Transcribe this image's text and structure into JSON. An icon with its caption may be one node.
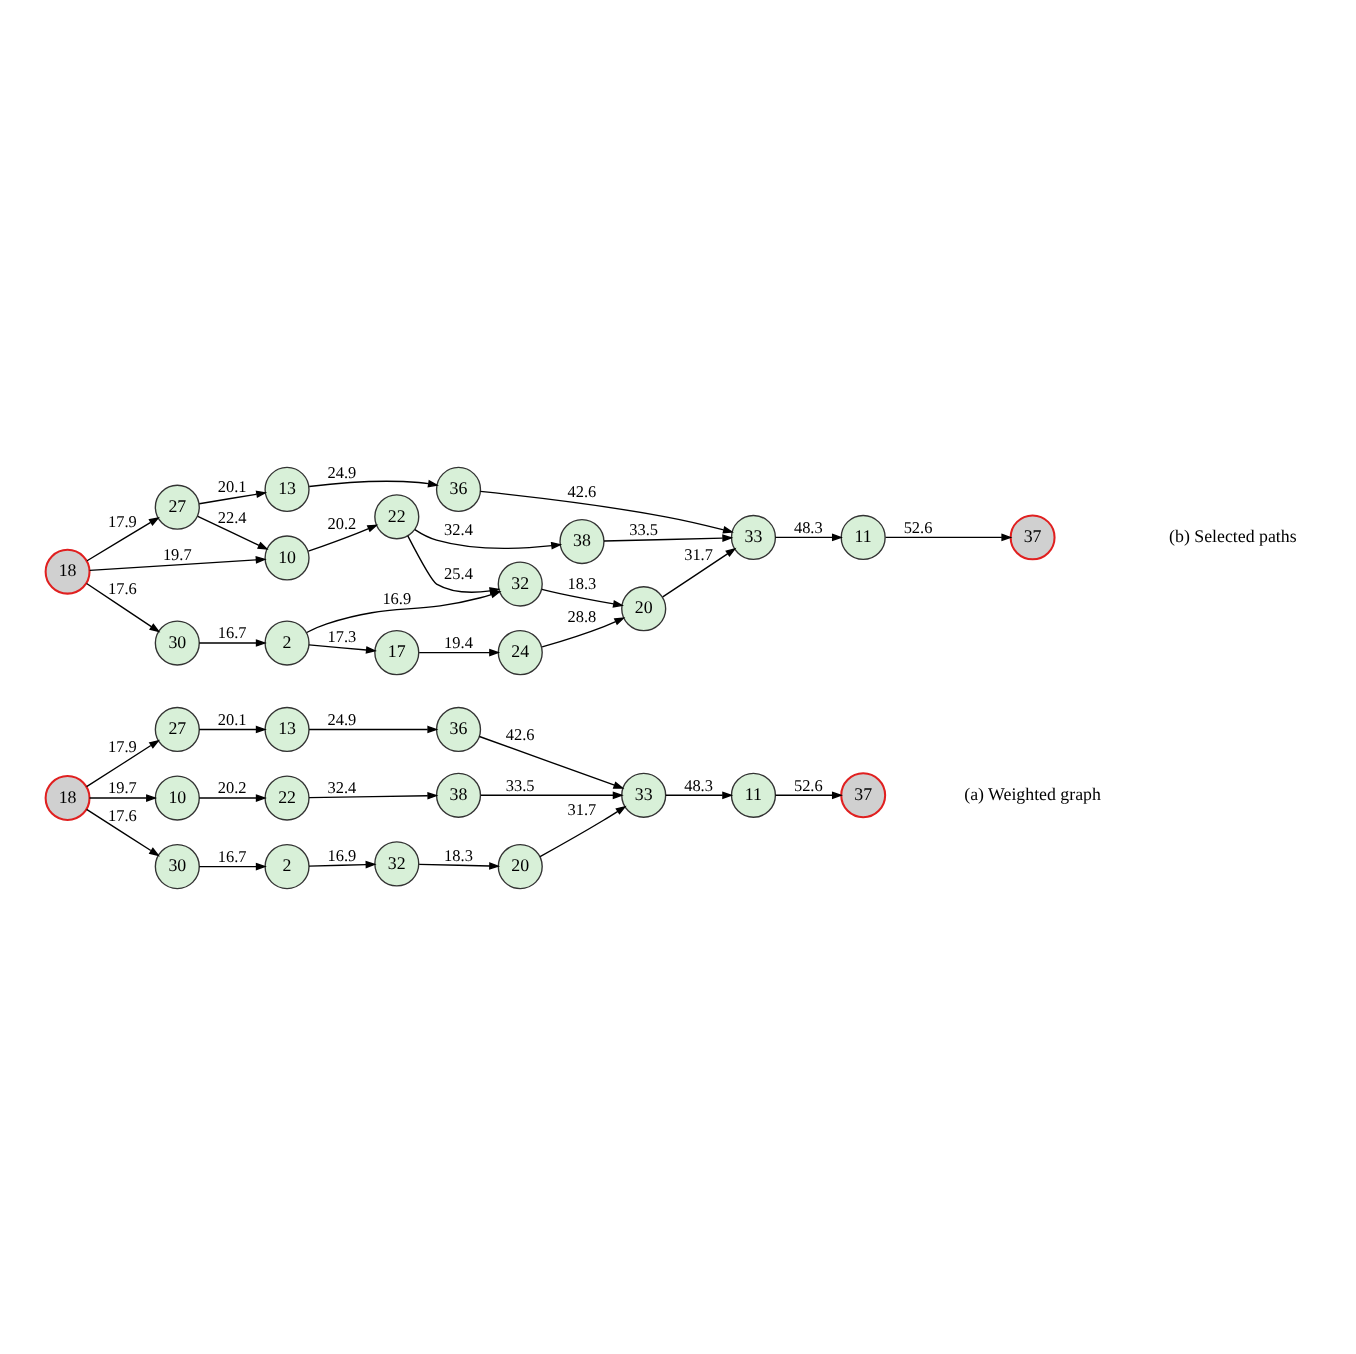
{
  "diagram": {
    "nodes": [
      {
        "text": [
          "18"
        ]
      },
      {
        "text": [
          "30"
        ]
      },
      {
        "text": [
          "2"
        ]
      },
      {
        "text": [
          "32"
        ]
      },
      {
        "text": [
          "20"
        ]
      },
      {
        "text": [
          "10"
        ]
      },
      {
        "text": [
          "22"
        ]
      },
      {
        "text": [
          "38"
        ]
      },
      {
        "text": [
          "33"
        ]
      },
      {
        "text": [
          "11"
        ]
      },
      {
        "text": [
          "37"
        ]
      },
      {
        "text": [
          "27"
        ]
      },
      {
        "text": [
          "13"
        ]
      },
      {
        "text": [
          "36"
        ]
      },
      {
        "text": [
          "17"
        ]
      },
      {
        "text": [
          "24"
        ]
      },
      {
        "text": [
          "18"
        ]
      },
      {
        "text": [
          "30"
        ]
      },
      {
        "text": [
          "2"
        ]
      },
      {
        "text": [
          "32"
        ]
      },
      {
        "text": [
          "20"
        ]
      },
      {
        "text": [
          "10"
        ]
      },
      {
        "text": [
          "22"
        ]
      },
      {
        "text": [
          "38"
        ]
      },
      {
        "text": [
          "33"
        ]
      },
      {
        "text": [
          "11"
        ]
      },
      {
        "text": [
          "37"
        ]
      },
      {
        "text": [
          "27"
        ]
      },
      {
        "text": [
          "13"
        ]
      },
      {
        "text": [
          "36"
        ]
      }
    ],
    "edges": [
      {
        "from": 0,
        "to": 1,
        "arrow": "to",
        "label": "17.6"
      },
      {
        "from": 1,
        "to": 2,
        "arrow": "to",
        "label": "16.7"
      },
      {
        "from": 2,
        "to": 3,
        "arrow": "to",
        "label": "16.9"
      },
      {
        "from": 3,
        "to": 4,
        "arrow": "to",
        "label": "18.3"
      },
      {
        "from": 4,
        "to": 8,
        "arrow": "to",
        "label": "31.7"
      },
      {
        "from": 0,
        "to": 5,
        "arrow": "to",
        "label": "19.7"
      },
      {
        "from": 5,
        "to": 6,
        "arrow": "to",
        "label": "20.2"
      },
      {
        "from": 6,
        "to": 7,
        "arrow": "to",
        "label": "32.4"
      },
      {
        "from": 7,
        "to": 8,
        "arrow": "to",
        "label": "33.5"
      },
      {
        "from": 8,
        "to": 9,
        "arrow": "to",
        "label": "48.3"
      },
      {
        "from": 9,
        "to": 10,
        "arrow": "to",
        "label": "52.6"
      },
      {
        "from": 0,
        "to": 11,
        "arrow": "to",
        "label": "17.9"
      },
      {
        "from": 11,
        "to": 12,
        "arrow": "to",
        "label": "20.1"
      },
      {
        "from": 12,
        "to": 13,
        "arrow": "to",
        "label": "24.9"
      },
      {
        "from": 13,
        "to": 8,
        "arrow": "to",
        "label": "42.6"
      },
      {
        "from": 18,
        "to": 14,
        "arrow": "to",
        "label": "17.3"
      },
      {
        "from": 14,
        "to": 15,
        "arrow": "to",
        "label": "19.4"
      },
      {
        "from": 15,
        "to": 20,
        "arrow": "to",
        "label": "28.8"
      },
      {
        "from": 16,
        "to": 17,
        "arrow": "to",
        "label": "17.6"
      },
      {
        "from": 17,
        "to": 18,
        "arrow": "to",
        "label": "16.7"
      },
      {
        "from": 18,
        "to": 19,
        "arrow": "to",
        "label": "16.9"
      },
      {
        "from": 19,
        "to": 20,
        "arrow": "to",
        "label": "18.3"
      },
      {
        "from": 20,
        "to": 24,
        "arrow": "to",
        "label": "31.7"
      },
      {
        "from": 22,
        "to": 19,
        "arrow": "to",
        "label": "25.4"
      },
      {
        "from": 16,
        "to": 21,
        "arrow": "to",
        "label": "19.7"
      },
      {
        "from": 21,
        "to": 22,
        "arrow": "to",
        "label": "20.2"
      },
      {
        "from": 22,
        "to": 23,
        "arrow": "to",
        "label": "32.4"
      },
      {
        "from": 23,
        "to": 24,
        "arrow": "to",
        "label": "33.5"
      },
      {
        "from": 24,
        "to": 25,
        "arrow": "to",
        "label": "48.3"
      },
      {
        "from": 25,
        "to": 26,
        "arrow": "to",
        "label": "52.6"
      },
      {
        "from": 16,
        "to": 27,
        "arrow": "to",
        "label": "17.9"
      },
      {
        "from": 27,
        "to": 21,
        "arrow": "to",
        "label": "22.4"
      },
      {
        "from": 27,
        "to": 28,
        "arrow": "to",
        "label": "20.1"
      },
      {
        "from": 28,
        "to": 29,
        "arrow": "to",
        "label": "24.9"
      },
      {
        "from": 29,
        "to": 24,
        "arrow": "to",
        "label": "42.6"
      }
    ],
    "labels": [
      "(a) Weighted graph",
      "(b) Selected paths"
    ]
  }
}
